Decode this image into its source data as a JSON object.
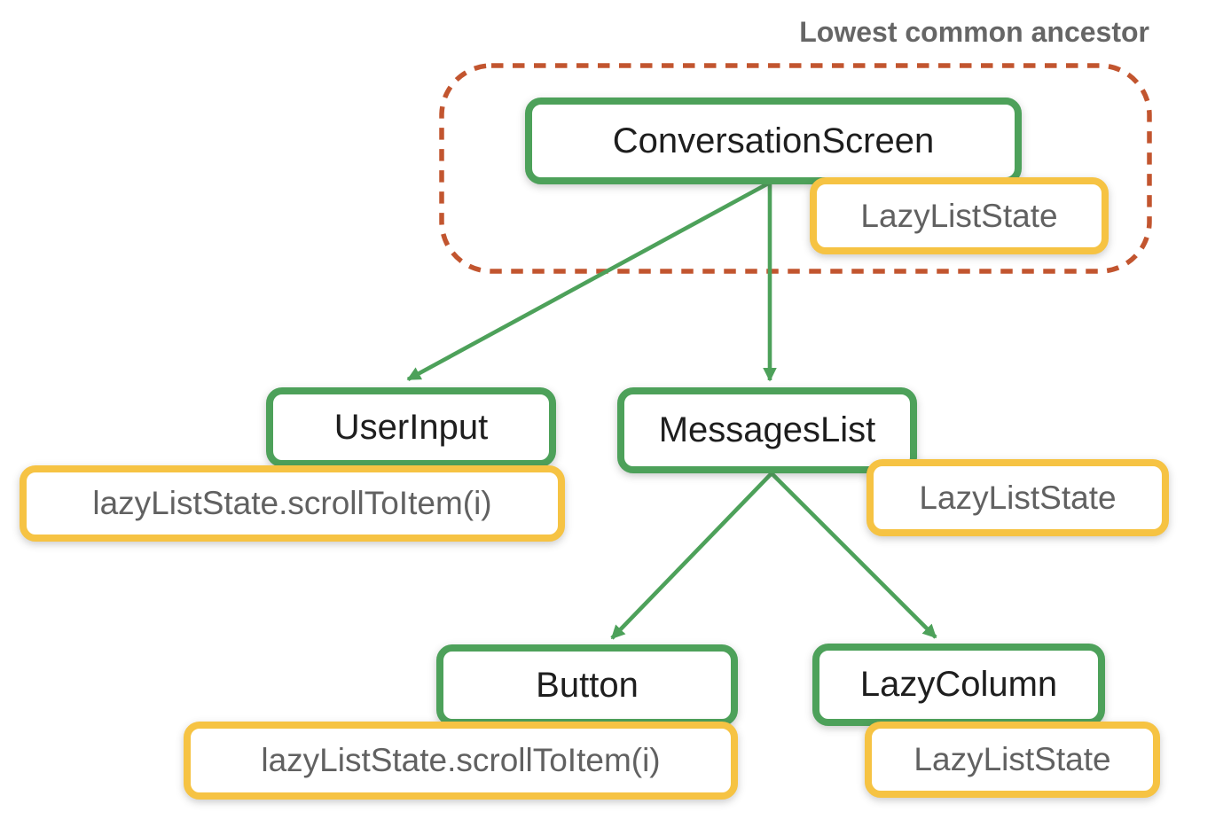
{
  "annotation": "Lowest common ancestor",
  "tree": {
    "conversation_screen": {
      "label": "ConversationScreen",
      "state": "LazyListState"
    },
    "user_input": {
      "label": "UserInput",
      "event": "lazyListState.scrollToItem(i)"
    },
    "messages_list": {
      "label": "MessagesList",
      "state": "LazyListState"
    },
    "button": {
      "label": "Button",
      "event": "lazyListState.scrollToItem(i)"
    },
    "lazy_column": {
      "label": "LazyColumn",
      "state": "LazyListState"
    }
  },
  "edges": [
    {
      "from": "ConversationScreen",
      "to": "UserInput"
    },
    {
      "from": "ConversationScreen",
      "to": "MessagesList"
    },
    {
      "from": "MessagesList",
      "to": "Button"
    },
    {
      "from": "MessagesList",
      "to": "LazyColumn"
    }
  ],
  "colors": {
    "green": "#4DA15A",
    "yellow": "#F6C343",
    "orange": "#C2552F",
    "node_text": "#1e1e1e",
    "state_text": "#616161",
    "title_text": "#666666"
  }
}
